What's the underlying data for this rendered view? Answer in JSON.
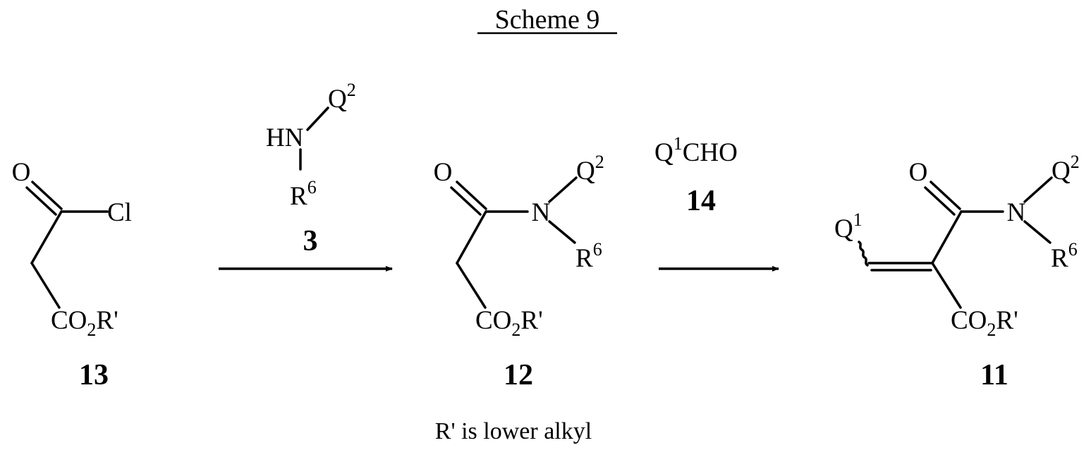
{
  "title": "Scheme 9",
  "footnote": "R' is lower alkyl",
  "compound_13": {
    "number": "13",
    "carbonyl_oxygen": "O",
    "chloride": "Cl",
    "ester_group": {
      "co": "CO",
      "sub": "2",
      "r": "R'"
    }
  },
  "reagent_3": {
    "number": "3",
    "amine": "HN",
    "q2_label": "Q",
    "q2_sup": "2",
    "r6_label": "R",
    "r6_sup": "6"
  },
  "compound_12": {
    "number": "12",
    "carbonyl_oxygen": "O",
    "nitrogen": "N",
    "q2_label": "Q",
    "q2_sup": "2",
    "r6_label": "R",
    "r6_sup": "6",
    "ester_group": {
      "co": "CO",
      "sub": "2",
      "r": "R'"
    }
  },
  "reagent_14": {
    "number": "14",
    "q_label": "Q",
    "q_sup": "1",
    "aldehyde": "CHO"
  },
  "compound_11": {
    "number": "11",
    "q1_label": "Q",
    "q1_sup": "1",
    "carbonyl_oxygen": "O",
    "nitrogen": "N",
    "q2_label": "Q",
    "q2_sup": "2",
    "r6_label": "R",
    "r6_sup": "6",
    "ester_group": {
      "co": "CO",
      "sub": "2",
      "r": "R'"
    }
  }
}
